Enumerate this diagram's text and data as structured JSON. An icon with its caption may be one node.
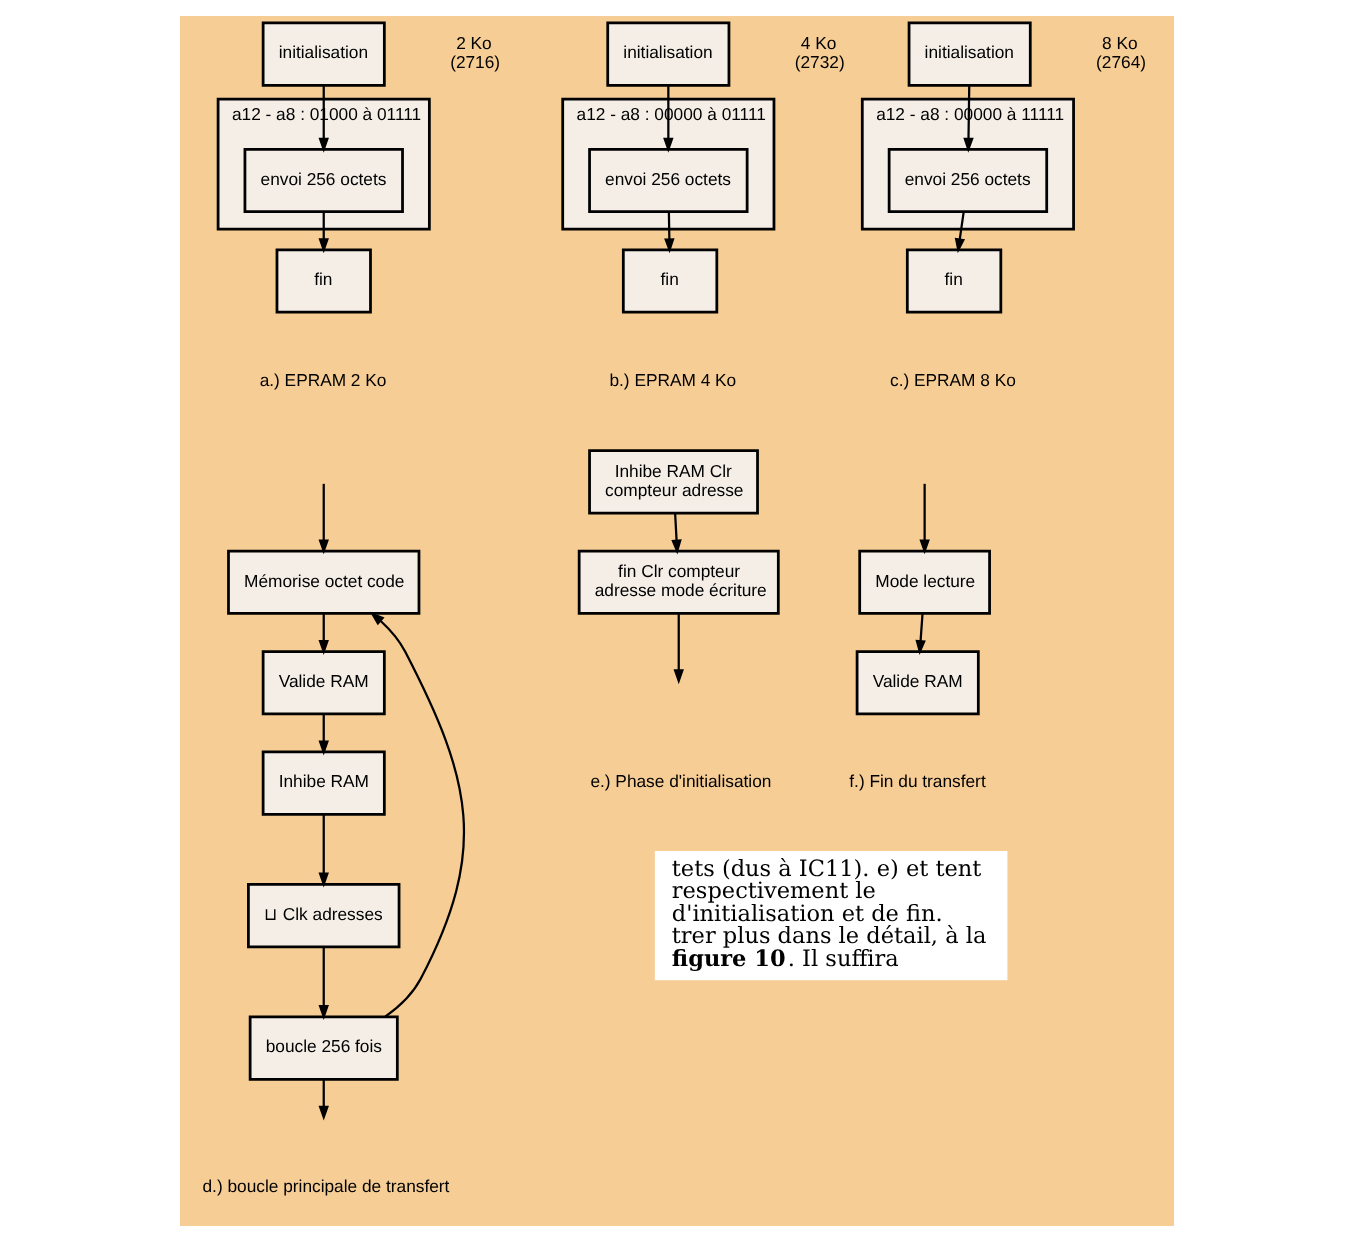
{
  "diagram": {
    "nodes": [
      {
        "text": [
          "initialisation"
        ],
        "beside": [
          "2 Ko",
          "(2716)"
        ]
      },
      {
        "text": [
          "a12 - a8 : 01000 à 01111"
        ]
      },
      {
        "text": [
          "envoi 256 octets"
        ],
        "in": 1
      },
      {
        "text": [
          "fin"
        ]
      },
      {
        "text": [
          "initialisation"
        ],
        "beside": [
          "4 Ko",
          "(2732)"
        ]
      },
      {
        "text": [
          "a12 - a8 : 00000 à 01111"
        ]
      },
      {
        "text": [
          "envoi 256 octets"
        ],
        "in": 5
      },
      {
        "text": [
          "fin"
        ]
      },
      {
        "text": [
          "initialisation"
        ],
        "beside": [
          "8 Ko",
          "(2764)"
        ]
      },
      {
        "text": [
          "a12 - a8 : 00000 à 11111"
        ]
      },
      {
        "text": [
          "envoi 256 octets"
        ],
        "in": 9
      },
      {
        "text": [
          "fin"
        ]
      },
      {
        "text": [
          "Mémorise octet code"
        ]
      },
      {
        "text": [
          "Valide RAM"
        ]
      },
      {
        "text": [
          "Inhibe RAM"
        ]
      },
      {
        "text": [
          "⊔ Clk adresses"
        ]
      },
      {
        "text": [
          "boucle 256 fois"
        ]
      },
      {
        "text": [
          "Inhibe RAM Clr compteur adresse"
        ]
      },
      {
        "text": [
          "fin Clr compteur adresse mode écriture"
        ]
      },
      {
        "text": [
          "Mode lecture"
        ]
      },
      {
        "text": [
          "Valide RAM"
        ]
      }
    ],
    "edges": [
      {
        "from": 0,
        "to": 2,
        "arrow": "to"
      },
      {
        "from": 2,
        "to": 3,
        "arrow": "to"
      },
      {
        "from": 4,
        "to": 6,
        "arrow": "to"
      },
      {
        "from": 6,
        "to": 7,
        "arrow": "to"
      },
      {
        "from": 8,
        "to": 10,
        "arrow": "to"
      },
      {
        "from": 10,
        "to": 11,
        "arrow": "to"
      },
      {
        "from": null,
        "to": 12,
        "arrow": "to"
      },
      {
        "from": 12,
        "to": 13,
        "arrow": "to"
      },
      {
        "from": 13,
        "to": 14,
        "arrow": "to"
      },
      {
        "from": 14,
        "to": 15,
        "arrow": "to"
      },
      {
        "from": 15,
        "to": 16,
        "arrow": "to"
      },
      {
        "from": 16,
        "to": 12,
        "arrow": "to"
      },
      {
        "from": 16,
        "to": null,
        "arrow": "to"
      },
      {
        "from": 17,
        "to": 18,
        "arrow": "to"
      },
      {
        "from": 18,
        "to": null,
        "arrow": "to"
      },
      {
        "from": null,
        "to": 19,
        "arrow": "to"
      },
      {
        "from": 19,
        "to": 20,
        "arrow": "to"
      }
    ],
    "labels": [
      "a.) EPRAM 2 Ko",
      "b.) EPRAM 4 Ko",
      "c.) EPRAM 8 Ko",
      "d.) boucle principale de transfert",
      "e.) Phase d'initialisation",
      "f.) Fin du transfert",
      "tets (dus à IC11). e) et tent respectivement le d'initialisation et de fin. trer plus dans le détail, à la **figure 10**. Il suffira"
    ]
  }
}
